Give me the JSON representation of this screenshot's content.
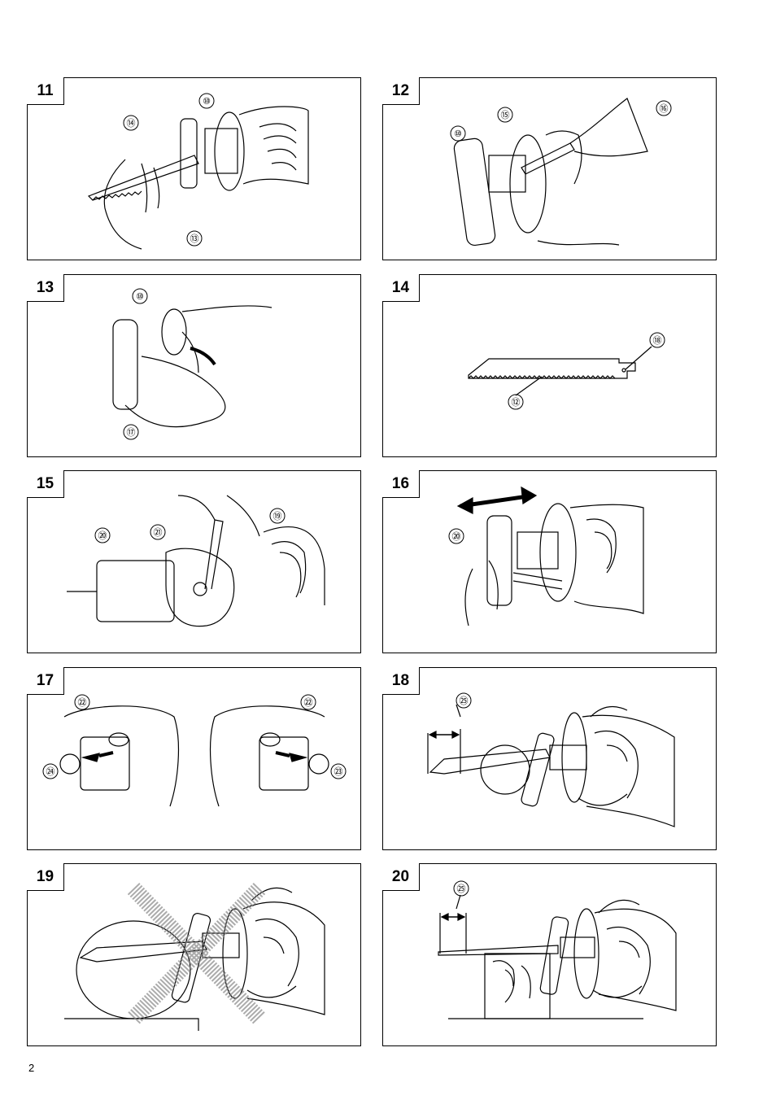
{
  "panels": [
    {
      "number": "11",
      "callouts": [
        "⑩",
        "⑭",
        "⑬"
      ]
    },
    {
      "number": "12",
      "callouts": [
        "⑮",
        "⑯",
        "⑩"
      ]
    },
    {
      "number": "13",
      "callouts": [
        "⑩",
        "⑰"
      ]
    },
    {
      "number": "14",
      "callouts": [
        "⑱",
        "⑫"
      ]
    },
    {
      "number": "15",
      "callouts": [
        "⑲",
        "⑳",
        "㉑"
      ]
    },
    {
      "number": "16",
      "callouts": [
        "⑳"
      ]
    },
    {
      "number": "17",
      "callouts": [
        "㉒",
        "㉒",
        "㉔",
        "㉓"
      ]
    },
    {
      "number": "18",
      "callouts": [
        "㉕"
      ]
    },
    {
      "number": "19",
      "callouts": []
    },
    {
      "number": "20",
      "callouts": [
        "㉕"
      ]
    }
  ],
  "page_number": "2"
}
